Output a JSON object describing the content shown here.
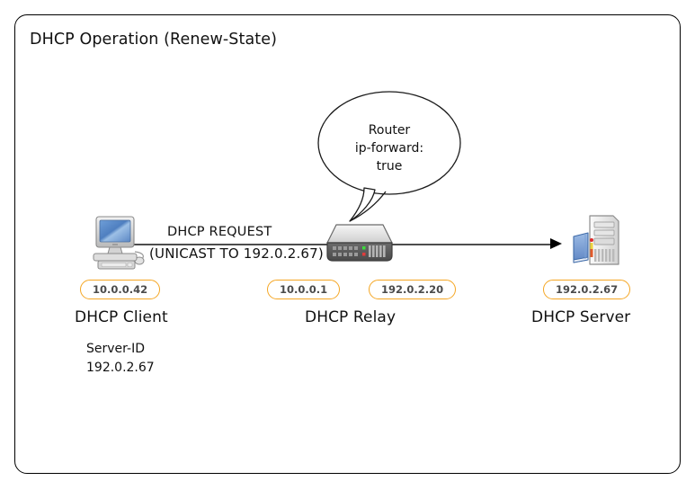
{
  "diagram": {
    "title": "DHCP Operation (Renew-State)",
    "frame_border_color": "#000000",
    "background_color": "#ffffff"
  },
  "callout": {
    "line1": "Router",
    "line2": "ip-forward:",
    "line3": "true"
  },
  "flow": {
    "message_label": "DHCP REQUEST",
    "message_sublabel": "(UNICAST TO 192.0.2.67)",
    "line_color": "#4d4d4d",
    "arrow_color": "#000000"
  },
  "nodes": [
    {
      "id": "client",
      "icon": "desktop-computer-icon",
      "label": "DHCP Client",
      "addresses": [
        "10.0.0.42"
      ]
    },
    {
      "id": "relay",
      "icon": "network-switch-icon",
      "label": "DHCP Relay",
      "addresses": [
        "10.0.0.1",
        "192.0.2.20"
      ]
    },
    {
      "id": "server",
      "icon": "server-tower-icon",
      "label": "DHCP Server",
      "addresses": [
        "192.0.2.67"
      ]
    }
  ],
  "annotations": {
    "client_note_line1": "Server-ID",
    "client_note_line2": "192.0.2.67"
  },
  "colors": {
    "badge_border": "#f5a623",
    "badge_text": "#4a4a4a",
    "text": "#111111"
  }
}
